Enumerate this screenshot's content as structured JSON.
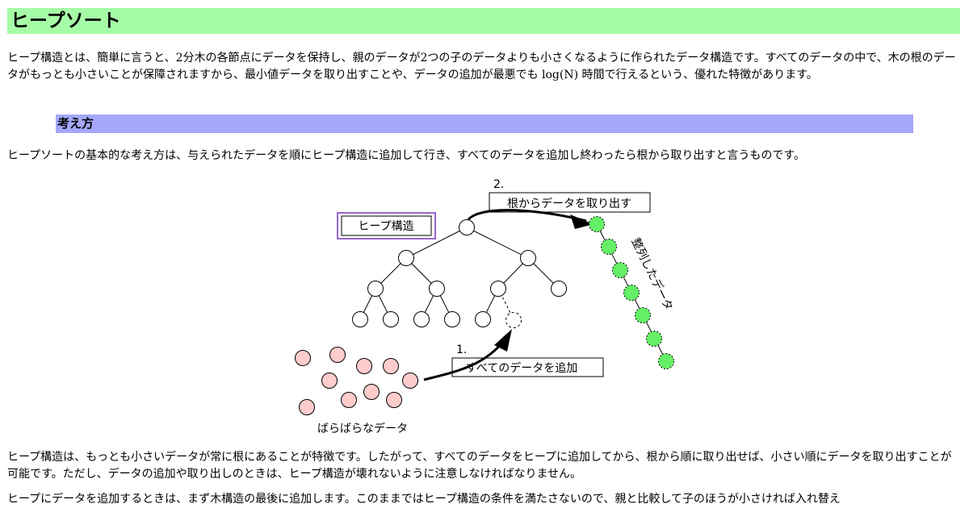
{
  "title": "ヒープソート",
  "paragraphs": {
    "intro": "ヒープ構造とは、簡単に言うと、2分木の各節点にデータを保持し、親のデータが2つの子のデータよりも小さくなるように作られたデータ構造です。すべてのデータの中で、木の根のデータがもっとも小さいことが保障されますから、最小値データを取り出すことや、データの追加が最悪でも log(N) 時間で行えるという、優れた特徴があります。",
    "idea": "ヒープソートの基本的な考え方は、与えられたデータを順にヒープ構造に追加して行き、すべてのデータを追加し終わったら根から取り出すと言うものです。",
    "feature": "ヒープ構造は、もっとも小さいデータが常に根にあることが特徴です。したがって、すべてのデータをヒープに追加してから、根から順に取り出せば、小さい順にデータを取り出すことが可能です。ただし、データの追加や取り出しのときは、ヒープ構造が壊れないように注意しなければなりません。",
    "adding": "ヒープにデータを追加するときは、まず木構造の最後に追加します。このままではヒープ構造の条件を満たさないので、親と比較して子のほうが小さければ入れ替え"
  },
  "section": {
    "idea_heading": "考え方"
  },
  "diagram": {
    "heap_label": "ヒープ構造",
    "step1_number": "1.",
    "step1_label": "すべてのデータを追加",
    "step2_number": "2.",
    "step2_label": "根からデータを取り出す",
    "sorted_label": "整列したデータ",
    "random_label": "ばらばらなデータ",
    "colors": {
      "heading_bg": "#a6fba6",
      "subheading_bg": "#a6a6fb",
      "random_node": "#ffcccc",
      "sorted_node": "#66ee66",
      "heap_label_border": "#9966cc"
    }
  }
}
